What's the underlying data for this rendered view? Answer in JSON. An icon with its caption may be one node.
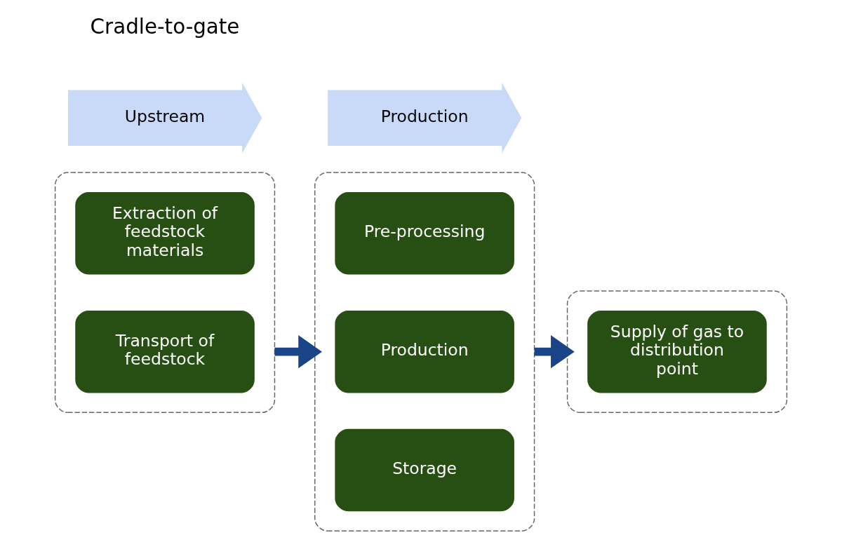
{
  "diagram": {
    "nodes": [
      {
        "text": [],
        "shape": "box"
      },
      {
        "text": [
          "Extraction of feedstock materials"
        ],
        "in": 0
      },
      {
        "text": [
          "Transport of feedstock"
        ],
        "in": 0
      },
      {
        "text": [],
        "shape": "box"
      },
      {
        "text": [
          "Pre-processing"
        ],
        "in": 3
      },
      {
        "text": [
          "Production"
        ],
        "in": 3
      },
      {
        "text": [
          "Storage"
        ],
        "in": 3
      },
      {
        "text": [],
        "shape": "box"
      },
      {
        "text": [
          "Supply of gas to distribution point"
        ],
        "in": 7
      },
      {
        "text": [
          "Upstream"
        ]
      },
      {
        "text": [
          "Production"
        ]
      }
    ],
    "edges": [
      {
        "from": 0,
        "to": 3,
        "arrow": "to"
      },
      {
        "from": 3,
        "to": 7,
        "arrow": "to"
      }
    ],
    "labels": [
      "Cradle-to-gate"
    ]
  }
}
